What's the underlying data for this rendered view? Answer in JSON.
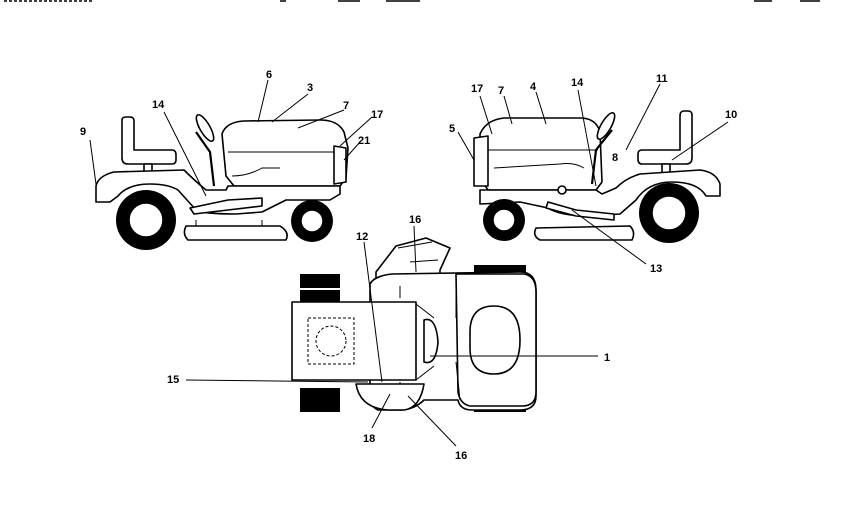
{
  "callouts": {
    "c1": "1",
    "c3": "3",
    "c4": "4",
    "c5": "5",
    "c6": "6",
    "c7a": "7",
    "c7b": "7",
    "c8": "8",
    "c9": "9",
    "c10": "10",
    "c11": "11",
    "c12": "12",
    "c13": "13",
    "c14a": "14",
    "c14b": "14",
    "c15": "15",
    "c16a": "16",
    "c16b": "16",
    "c17a": "17",
    "c17b": "17",
    "c18": "18",
    "c21": "21"
  }
}
